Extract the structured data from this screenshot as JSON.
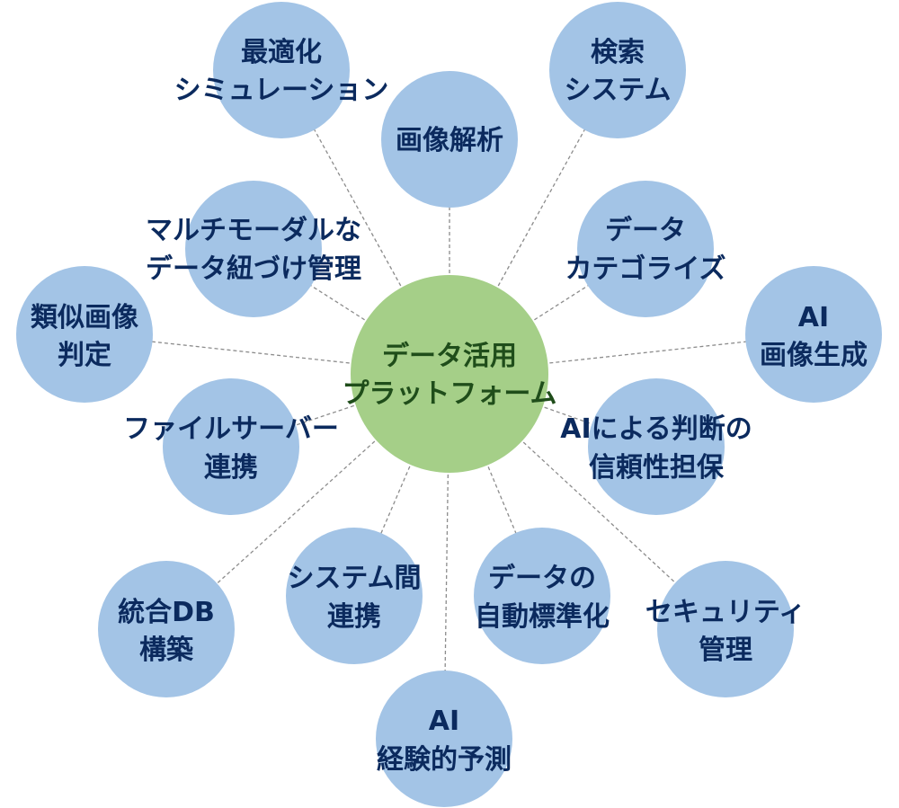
{
  "colors": {
    "center_fill": "#a5cf88",
    "node_fill": "#a3c4e6",
    "node_text": "#0b2a5e",
    "center_text": "#1f4d1a",
    "connector": "#8c8c8c"
  },
  "center": {
    "lines": [
      "データ活用",
      "プラットフォーム"
    ]
  },
  "nodes": [
    {
      "id": "optimization-simulation",
      "lines": [
        "最適化",
        "シミュレーション"
      ]
    },
    {
      "id": "image-analysis",
      "lines": [
        "画像解析"
      ]
    },
    {
      "id": "search-system",
      "lines": [
        "検索",
        "システム"
      ]
    },
    {
      "id": "multimodal-data-linking",
      "lines": [
        "マルチモーダルな",
        "データ紐づけ管理"
      ]
    },
    {
      "id": "data-categorize",
      "lines": [
        "データ",
        "カテゴライズ"
      ]
    },
    {
      "id": "similar-image-judgment",
      "lines": [
        "類似画像",
        "判定"
      ]
    },
    {
      "id": "ai-image-generation",
      "lines": [
        "AI",
        "画像生成"
      ]
    },
    {
      "id": "file-server-integration",
      "lines": [
        "ファイルサーバー",
        "連携"
      ]
    },
    {
      "id": "ai-reliability",
      "lines": [
        "AIによる判断の",
        "信頼性担保"
      ]
    },
    {
      "id": "integrated-db",
      "lines": [
        "統合DB",
        "構築"
      ]
    },
    {
      "id": "inter-system-integration",
      "lines": [
        "システム間",
        "連携"
      ]
    },
    {
      "id": "data-auto-standardization",
      "lines": [
        "データの",
        "自動標準化"
      ]
    },
    {
      "id": "security-management",
      "lines": [
        "セキュリティ",
        "管理"
      ]
    },
    {
      "id": "ai-empirical-prediction",
      "lines": [
        "AI",
        "経験的予測"
      ]
    }
  ]
}
